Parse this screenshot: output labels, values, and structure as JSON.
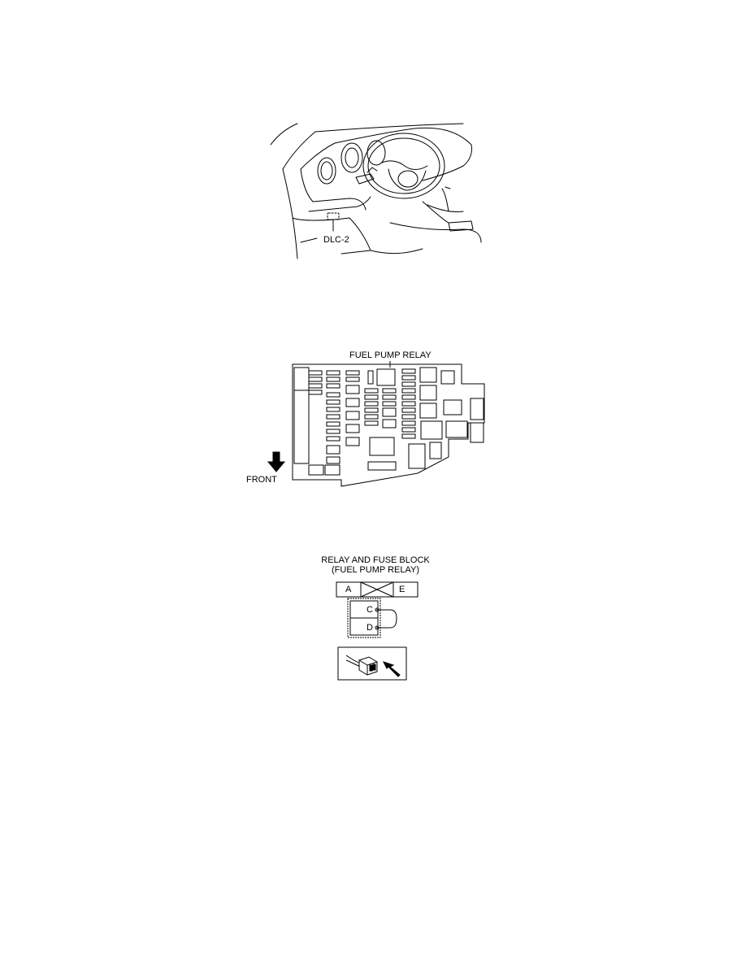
{
  "figure1": {
    "dlc_label": "DLC-2"
  },
  "figure2": {
    "relay_label": "FUEL PUMP RELAY",
    "front_label": "FRONT"
  },
  "figure3": {
    "title_line1": "RELAY AND FUSE BLOCK",
    "title_line2": "(FUEL PUMP RELAY)",
    "terminal_a": "A",
    "terminal_e": "E",
    "terminal_c": "C",
    "terminal_d": "D"
  }
}
